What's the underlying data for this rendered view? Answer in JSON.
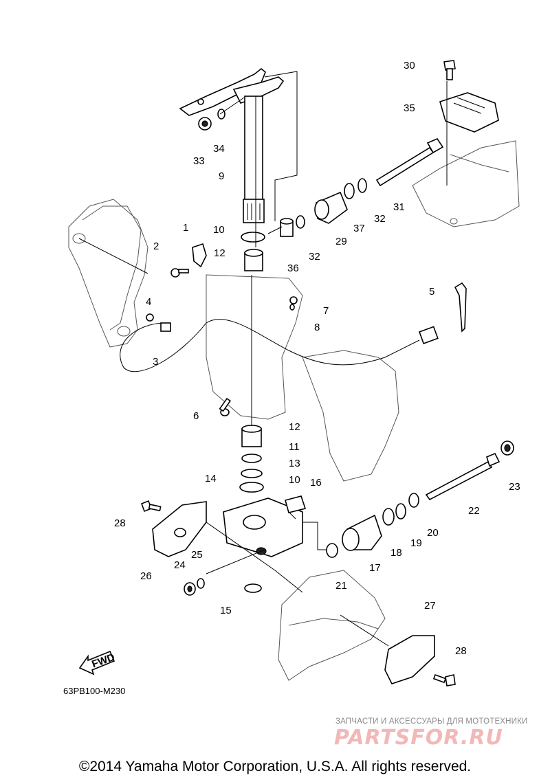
{
  "diagram": {
    "part_numbers": [
      "1",
      "2",
      "3",
      "4",
      "5",
      "6",
      "7",
      "8",
      "9",
      "10",
      "10",
      "11",
      "12",
      "12",
      "13",
      "14",
      "15",
      "16",
      "17",
      "18",
      "19",
      "20",
      "21",
      "22",
      "23",
      "24",
      "25",
      "26",
      "27",
      "28",
      "28",
      "29",
      "30",
      "31",
      "32",
      "32",
      "33",
      "34",
      "35",
      "36",
      "37"
    ],
    "fwd_label": "FWD",
    "drawing_code": "63PB100-M230"
  },
  "watermark": {
    "tagline": "ЗАПЧАСТИ И АКСЕССУАРЫ ДЛЯ МОТОТЕХНИКИ",
    "logo_text": "PARTSFOR.RU",
    "logo_color": "#f2b8b8"
  },
  "footer": {
    "copyright": "©2014 Yamaha Motor Corporation, U.S.A. All rights reserved."
  }
}
